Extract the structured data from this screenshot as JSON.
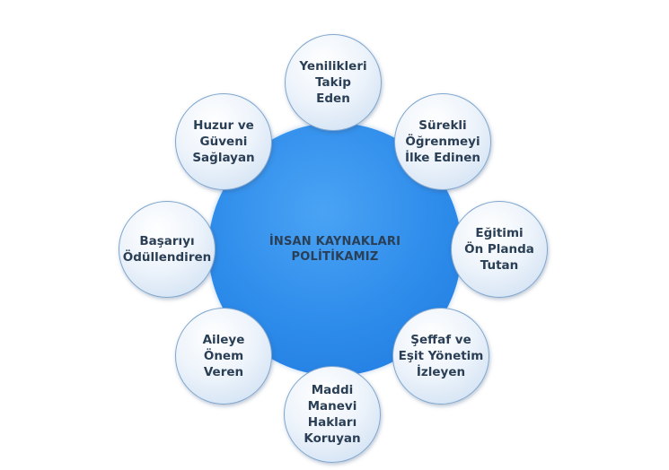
{
  "center": {
    "line1": "İNSAN KAYNAKLARI",
    "line2": "POLİTİKAMIZ"
  },
  "nodes": [
    {
      "lines": [
        "Yenilikleri",
        "Takip",
        "Eden"
      ]
    },
    {
      "lines": [
        "Sürekli",
        "Öğrenmeyi",
        "İlke Edinen"
      ]
    },
    {
      "lines": [
        "Eğitimi",
        "Ön Planda",
        "Tutan"
      ]
    },
    {
      "lines": [
        "Şeffaf ve",
        "Eşit Yönetim",
        "İzleyen"
      ]
    },
    {
      "lines": [
        "Maddi",
        "Manevi",
        "Hakları",
        "Koruyan"
      ]
    },
    {
      "lines": [
        "Aileye",
        "Önem",
        "Veren"
      ]
    },
    {
      "lines": [
        "Başarıyı",
        "Ödüllendiren"
      ]
    },
    {
      "lines": [
        "Huzur ve",
        "Güveni",
        "Sağlayan"
      ]
    }
  ]
}
